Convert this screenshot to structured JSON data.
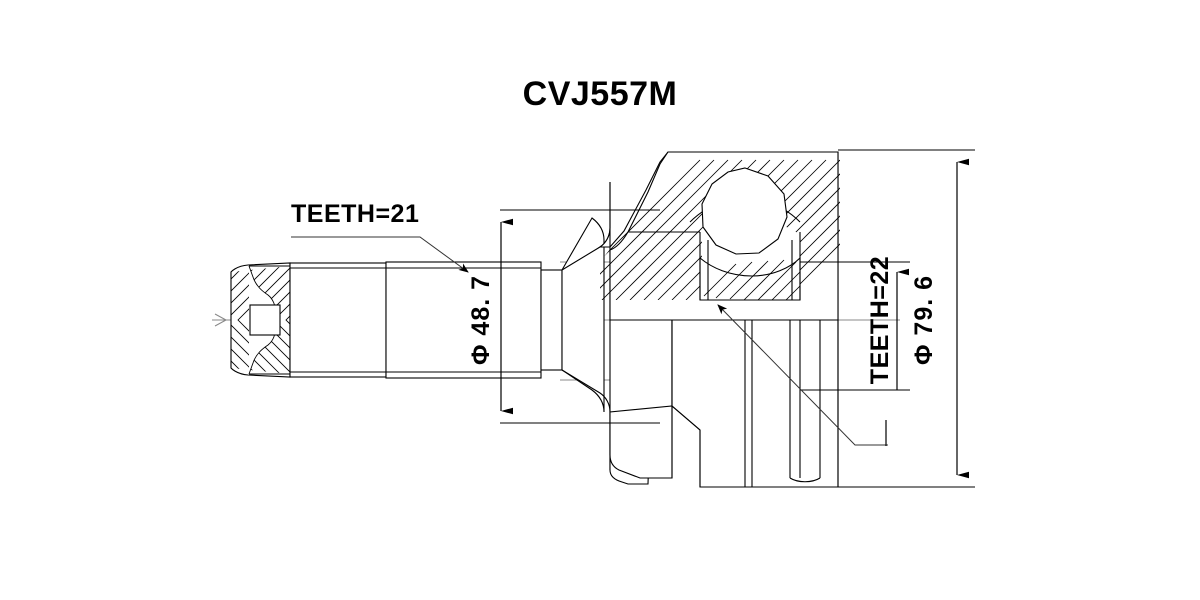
{
  "drawing": {
    "title": "CVJ557M",
    "part_type": "cv-joint-cross-section",
    "background_color": "#ffffff",
    "line_color": "#000000",
    "center_line_color": "#888888"
  },
  "annotations": {
    "inner_teeth_label": "TEETH=21",
    "outer_teeth_label": "TEETH=22",
    "shaft_diameter_label": "Φ 48. 7",
    "housing_diameter_label": "Φ 79. 6"
  },
  "specifications": {
    "inner_spline_teeth": 21,
    "outer_spline_teeth": 22,
    "shaft_diameter_mm": 48.7,
    "housing_diameter_mm": 79.6
  },
  "icons": {
    "arrow_head": "arrow-head-icon",
    "center_axis": "center-axis-icon",
    "leader_tick": "leader-tick-icon"
  }
}
